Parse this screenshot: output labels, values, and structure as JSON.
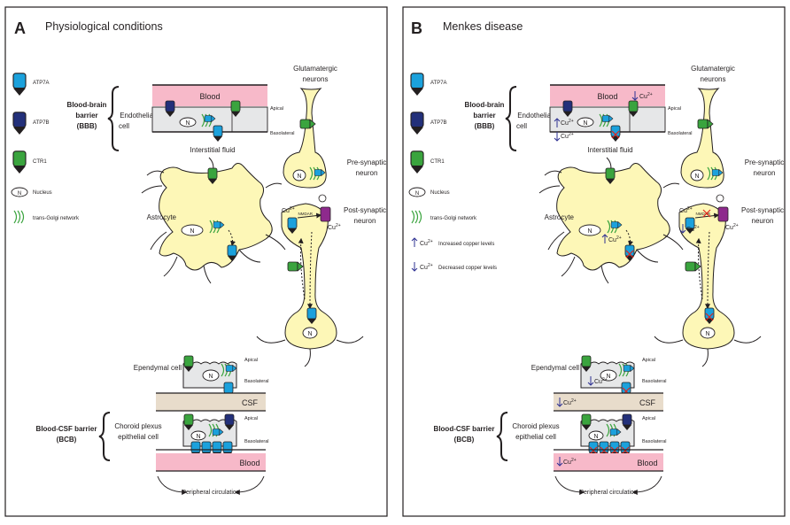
{
  "panels": [
    {
      "letter": "A",
      "title": "Physiological conditions",
      "legend": {
        "atp7a": "ATP7A",
        "atp7b": "ATP7B",
        "ctr1": "CTR1",
        "nucleus_symbol": "N",
        "nucleus": "Nucleus",
        "tgn": "trans-Golgi network"
      },
      "labels": {
        "bbb_line1": "Blood-brain",
        "bbb_line2": "barrier",
        "bbb_line3": "(BBB)",
        "endothelial_line1": "Endothelial",
        "endothelial_line2": "cell",
        "blood": "Blood",
        "apical": "Apical",
        "basolateral": "Basolateral",
        "interstitial": "Interstitial fluid",
        "glut_line1": "Glutamatergic",
        "glut_line2": "neurons",
        "pre_line1": "Pre-synaptic",
        "pre_line2": "neuron",
        "post_line1": "Post-synaptic",
        "post_line2": "neuron",
        "astrocyte": "Astrocyte",
        "nmdar": "NMDAR",
        "cu": "Cu",
        "cu_charge": "2+",
        "ependymal": "Ependymal cell",
        "csf": "CSF",
        "bcb_line1": "Blood-CSF barrier",
        "bcb_line2": "(BCB)",
        "choroid_line1": "Choroid plexus",
        "choroid_line2": "epithelial cell",
        "peripheral": "Peripheral circulation",
        "n": "N"
      }
    },
    {
      "letter": "B",
      "title": "Menkes disease",
      "legend": {
        "atp7a": "ATP7A",
        "atp7b": "ATP7B",
        "ctr1": "CTR1",
        "nucleus_symbol": "N",
        "nucleus": "Nucleus",
        "tgn": "trans-Golgi network",
        "increased": "Increased copper levels",
        "decreased": "Decreased copper levels",
        "cu": "Cu",
        "cu_charge": "2+"
      },
      "labels": {
        "bbb_line1": "Blood-brain",
        "bbb_line2": "barrier",
        "bbb_line3": "(BBB)",
        "endothelial_line1": "Endothelial",
        "endothelial_line2": "cell",
        "blood": "Blood",
        "apical": "Apical",
        "basolateral": "Basolateral",
        "interstitial": "Interstitial fluid",
        "glut_line1": "Glutamatergic",
        "glut_line2": "neurons",
        "pre_line1": "Pre-synaptic",
        "pre_line2": "neuron",
        "post_line1": "Post-synaptic",
        "post_line2": "neuron",
        "astrocyte": "Astrocyte",
        "nmdar": "NMDAR",
        "cu": "Cu",
        "cu_charge": "2+",
        "ependymal": "Ependymal cell",
        "csf": "CSF",
        "bcb_line1": "Blood-CSF barrier",
        "bcb_line2": "(BCB)",
        "choroid_line1": "Choroid plexus",
        "choroid_line2": "epithelial cell",
        "peripheral": "Peripheral circulation",
        "n": "N"
      }
    }
  ],
  "colors": {
    "atp7a": "#1ba1dc",
    "atp7b": "#23307a",
    "ctr1": "#3aa43e",
    "nmdar": "#8e2a8d",
    "neuron_fill": "#fdf7b7",
    "blood": "#f7b9c9",
    "csf": "#e8dccb",
    "cell_gray": "#e6e7e8",
    "arrow_blue": "#2e3192",
    "block_red": "#e2231a"
  }
}
